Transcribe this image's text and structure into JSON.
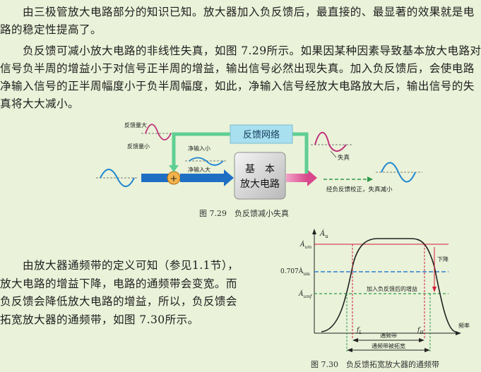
{
  "paragraphs": [
    {
      "lines": [
        "　　由三极管放大电路部分的知识已知。放大器加入负反馈后，最直接的、最显著的效果就是电",
        "路的稳定性提高了。"
      ]
    },
    {
      "lines": [
        "　　负反馈可减小放大电路的非线性失真，如图 7.29所示。如果因某种因素导致基本放大电路对",
        "信号负半周的增益小于对信号正半周的增益，输出信号必然出现失真。加入负反馈后，会使电路",
        "净输入信号的正半周幅度小于负半周幅度，如此，净输入信号经放大电路放大后，输出信号的失",
        "真将大大减小。"
      ]
    },
    {
      "lines": [
        "　　由放大器通频带的定义可知（参见1.1节），",
        "放大电路的增益下降，电路的通频带会变宽。而",
        "负反馈会降低放大电路的增益，所以，负反馈会",
        "拓宽放大器的通频带，如图 7.30所示。"
      ]
    }
  ],
  "figure_729": {
    "feedback_network": "反馈网络",
    "amplifier_line1": "基　本",
    "amplifier_line2": "放大电路",
    "sum_symbol": "+",
    "label_feedback_large": "反馈量大",
    "label_feedback_small": "反馈量小",
    "label_net_small": "净输入小",
    "label_net_large": "净输入大",
    "label_distortion": "失真",
    "label_corrected": "经负反馈校正，失真减小",
    "caption": "图 7.29　负反馈减小失真"
  },
  "figure_730": {
    "y_axis_label": "Ȧ",
    "y_axis_sub": "u",
    "tick_aum": "Ȧ",
    "tick_aum_sub": "um",
    "tick_0707": "0.707Ȧ",
    "tick_0707_sub": "um",
    "tick_auf": "Ȧ",
    "tick_auf_sub": "umf",
    "label_drop": "下降",
    "label_with_feedback_gain": "加入负反馈后的增益",
    "label_freq": "频率",
    "label_fl": "f",
    "label_fl_sub": "L",
    "label_fh": "f",
    "label_fh_sub": "H",
    "label_passband": "通频带",
    "label_passband_widened": "通频带被拓宽",
    "caption": "图 7.30　负反馈拓宽放大器的通频带"
  },
  "colors": {
    "background": "#eaf2d9",
    "sine_blue": "#1f86d0",
    "sine_magenta": "#c0307a",
    "arrow_blue": "#1e6fc4",
    "arrow_pink": "#e06aa5",
    "feedback_green": "#5fcf92",
    "feedback_box": "#a8e0f0",
    "curve_dark": "#222222",
    "line_red": "#d21b3c",
    "line_blue_dash": "#2b7fd0",
    "line_green_dash": "#2e9a4a"
  }
}
